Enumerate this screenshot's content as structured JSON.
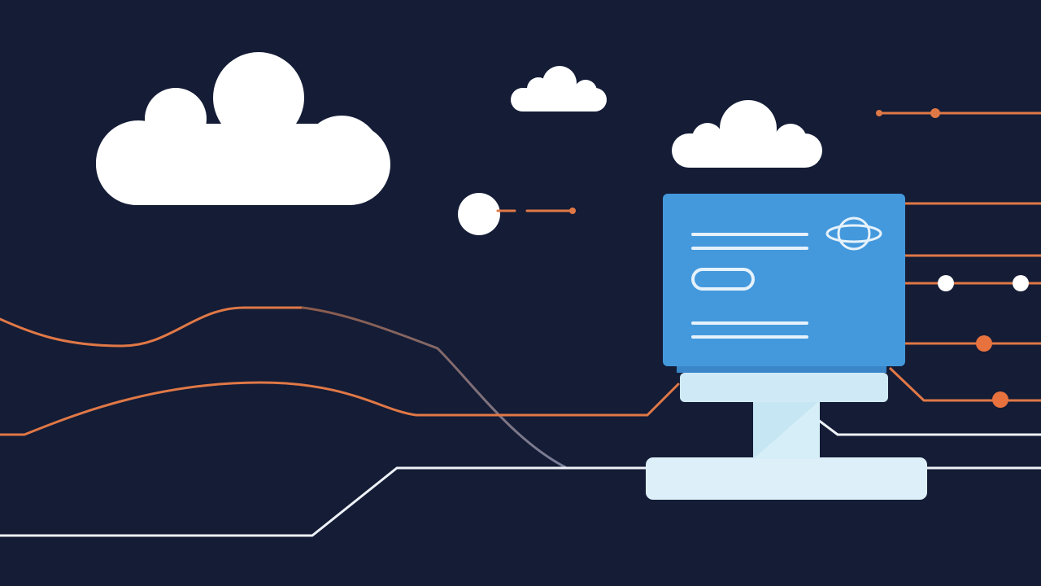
{
  "colors": {
    "background": "#141c36",
    "cloud": "#ffffff",
    "accent_line": "#e07846",
    "white_line": "#eef2f7",
    "monitor_screen": "#4499dd",
    "monitor_screen_shadow": "#3a86c9",
    "monitor_stand": "#cfeaf6",
    "monitor_stand_light": "#e4f3fa",
    "monitor_stand_shade": "#b9dfee",
    "screen_ui": "#e6f2fb",
    "node_orange": "#e8723e",
    "node_white": "#ffffff",
    "fade_line": "#6b6f86"
  },
  "scene": {
    "clouds": [
      {
        "name": "cloud-large"
      },
      {
        "name": "cloud-small-top"
      },
      {
        "name": "cloud-medium-right"
      }
    ],
    "monitor": {
      "screen_icon": "globe-icon",
      "text_lines": 4,
      "button_pill": true
    },
    "connector_lines": {
      "orange_count": 6,
      "white_count": 2
    }
  }
}
